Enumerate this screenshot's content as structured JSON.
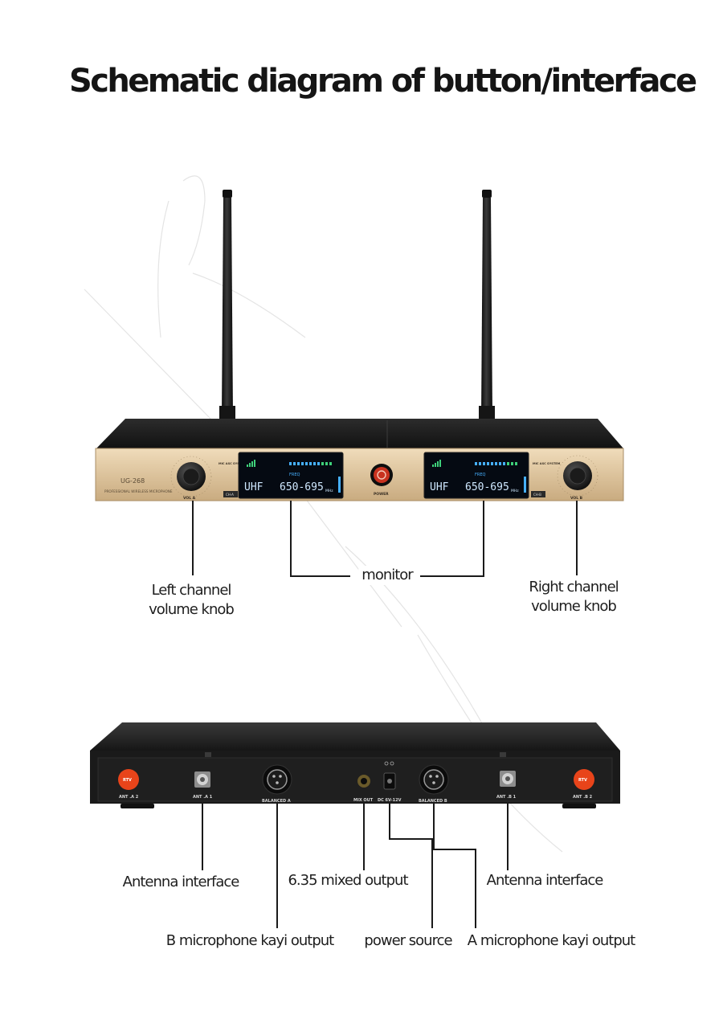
{
  "title": "Schematic diagram of button/interface",
  "front_panel": {
    "model": "UG-268",
    "subtitle": "PROFESSIONAL WIRELESS MICROPHONE",
    "channel_a": {
      "vol_label": "VOL A",
      "mode_label": "MIC ASC SYSTEM",
      "band": "UHF",
      "freq_label": "FREQ",
      "freq": "650-695",
      "unit": "MHz",
      "tag": "CH-A"
    },
    "channel_b": {
      "vol_label": "VOL B",
      "mode_label": "MIC ASC SYSTEM",
      "band": "UHF",
      "freq_label": "FREQ",
      "freq": "650-695",
      "unit": "MHz",
      "tag": "CH-B"
    },
    "power_label": "POWER"
  },
  "rear_panel": {
    "ports": [
      {
        "id": "ant-a2",
        "label": "ANT .A 2"
      },
      {
        "id": "ant-a1",
        "label": "ANT .A 1"
      },
      {
        "id": "balanced-a",
        "label": "BALANCED A"
      },
      {
        "id": "mix-out",
        "label": "MIX OUT"
      },
      {
        "id": "dc-in",
        "label": "DC 6V-12V"
      },
      {
        "id": "balanced-b",
        "label": "BALANCED B"
      },
      {
        "id": "ant-b1",
        "label": "ANT .B 1"
      },
      {
        "id": "ant-b2",
        "label": "ANT .B 2"
      }
    ],
    "badge_text": "RTV"
  },
  "callouts": {
    "left_knob": [
      "Left channel",
      "volume knob"
    ],
    "right_knob": [
      "Right channel",
      "volume knob"
    ],
    "monitor": "monitor",
    "antenna_left": "Antenna interface",
    "antenna_right": "Antenna interface",
    "mixed_output": "6.35 mixed output",
    "b_mic_output": "B microphone kayi output",
    "power_source": "power source",
    "a_mic_output": "A microphone kayi output"
  },
  "colors": {
    "panel_gold": "#ddc29a",
    "chassis_black": "#1a1a1a",
    "display_blue": "#3fa9ff",
    "badge_orange": "#e8441a",
    "leader_line": "#1a1a1a"
  }
}
